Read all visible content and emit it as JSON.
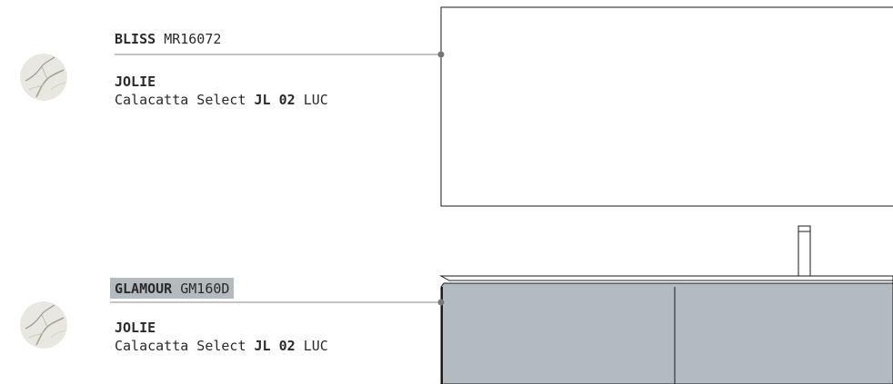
{
  "items": [
    {
      "product_name": "BLISS",
      "product_code": "MR16072",
      "finish_line": "JOLIE",
      "finish_name": "Calacatta Select",
      "finish_code": "JL 02",
      "finish_suffix": "LUC"
    },
    {
      "product_name": "GLAMOUR",
      "product_code": "GM160D",
      "finish_line": "JOLIE",
      "finish_name": "Calacatta Select",
      "finish_code": "JL 02",
      "finish_suffix": "LUC"
    }
  ],
  "colors": {
    "cabinet_fill": "#b4bbc0",
    "label_highlight": "#b4bbc0",
    "line": "#1a1a1a",
    "leader": "#888888"
  },
  "icons": {
    "swatch": "marble-swatch-icon"
  }
}
